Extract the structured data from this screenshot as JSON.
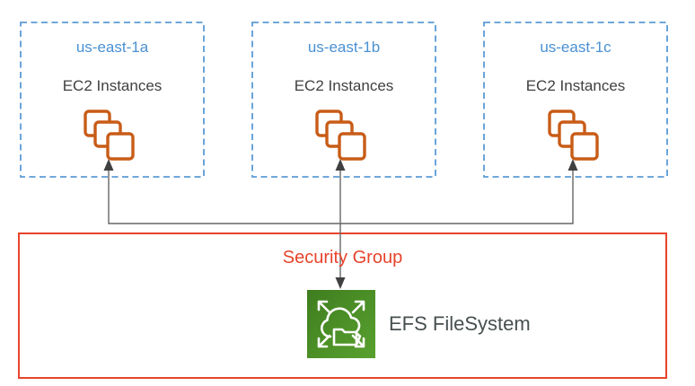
{
  "diagram": {
    "type": "aws-architecture",
    "zones": [
      {
        "name": "us-east-1a",
        "service_label": "EC2 Instances",
        "icon": "ec2-instances-stack-icon"
      },
      {
        "name": "us-east-1b",
        "service_label": "EC2 Instances",
        "icon": "ec2-instances-stack-icon"
      },
      {
        "name": "us-east-1c",
        "service_label": "EC2 Instances",
        "icon": "ec2-instances-stack-icon"
      }
    ],
    "security_group": {
      "label": "Security Group"
    },
    "efs": {
      "label": "EFS FileSystem",
      "icon": "efs-cloud-folder-expand-icon"
    },
    "connections": [
      {
        "from": "EFS FileSystem",
        "to": "EC2 Instances us-east-1a",
        "style": "arrow"
      },
      {
        "from": "EFS FileSystem",
        "to": "EC2 Instances us-east-1b",
        "style": "double-arrow"
      },
      {
        "from": "EFS FileSystem",
        "to": "EC2 Instances us-east-1c",
        "style": "arrow"
      }
    ],
    "colors": {
      "zone_border": "#5B9BD5",
      "zone_title_text": "#4A90D2",
      "dark_text": "#404040",
      "ec2_icon_orange": "#C85C17",
      "security_group_red": "#E8432B",
      "connector_gray": "#666666",
      "arrowhead_gray": "#404040",
      "efs_green_dark": "#3F7D1F",
      "efs_green_light": "#58A12E",
      "icon_glyph_white": "#FFFFFF"
    }
  }
}
